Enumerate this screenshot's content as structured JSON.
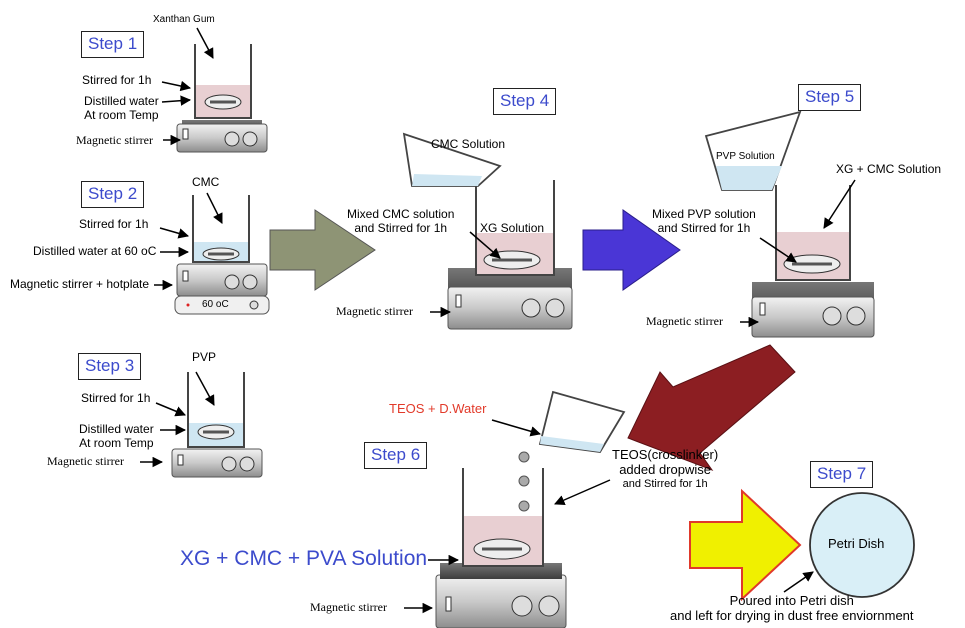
{
  "colors": {
    "step_text": "#3c4bcc",
    "teos_text": "#e23a2a",
    "final_text": "#3c4bcc",
    "liquid_pink": "#e8cfd2",
    "liquid_blue": "#cfe6f2",
    "arrow_olive": "#8e9475",
    "arrow_blue": "#4a36d6",
    "arrow_maroon": "#8c1e22",
    "arrow_yellow": "#f0f000",
    "arrow_yellow_border": "#e0392b",
    "dish_fill": "#d9eff7"
  },
  "steps": {
    "s1": "Step 1",
    "s2": "Step 2",
    "s3": "Step 3",
    "s4": "Step 4",
    "s5": "Step 5",
    "s6": "Step 6",
    "s7": "Step 7"
  },
  "step1": {
    "xanthan": "Xanthan Gum",
    "stirred": "Stirred for 1h",
    "water1": "Distilled water",
    "water2": "At room Temp",
    "stirrer": "Magnetic stirrer"
  },
  "step2": {
    "cmc": "CMC",
    "stirred": "Stirred for 1h",
    "water": "Distilled water at 60 oC",
    "stirrer": "Magnetic stirrer + hotplate",
    "display": "60 oC"
  },
  "step3": {
    "pvp": "PVP",
    "stirred": "Stirred for 1h",
    "water1": "Distilled water",
    "water2": "At room Temp",
    "stirrer": "Magnetic stirrer"
  },
  "step4": {
    "cmc_solution": "CMC Solution",
    "mixed1": "Mixed CMC solution",
    "mixed2": "and Stirred for 1h",
    "xg_solution": "XG Solution",
    "stirrer": "Magnetic stirrer"
  },
  "step5": {
    "pvp_solution": "PVP Solution",
    "xg_cmc": "XG + CMC Solution",
    "mixed1": "Mixed PVP solution",
    "mixed2": "and Stirred for 1h",
    "stirrer": "Magnetic stirrer"
  },
  "step6": {
    "teos_water": "TEOS + D.Water",
    "teos1": "TEOS(crosslinker)",
    "teos2": "added dropwise",
    "teos3": "and Stirred for 1h",
    "final_solution": "XG + CMC + PVA Solution",
    "stirrer": "Magnetic stirrer"
  },
  "step7": {
    "dish": "Petri Dish",
    "poured1": "Poured into Petri dish",
    "poured2": "and left for drying in dust free enviornment"
  }
}
